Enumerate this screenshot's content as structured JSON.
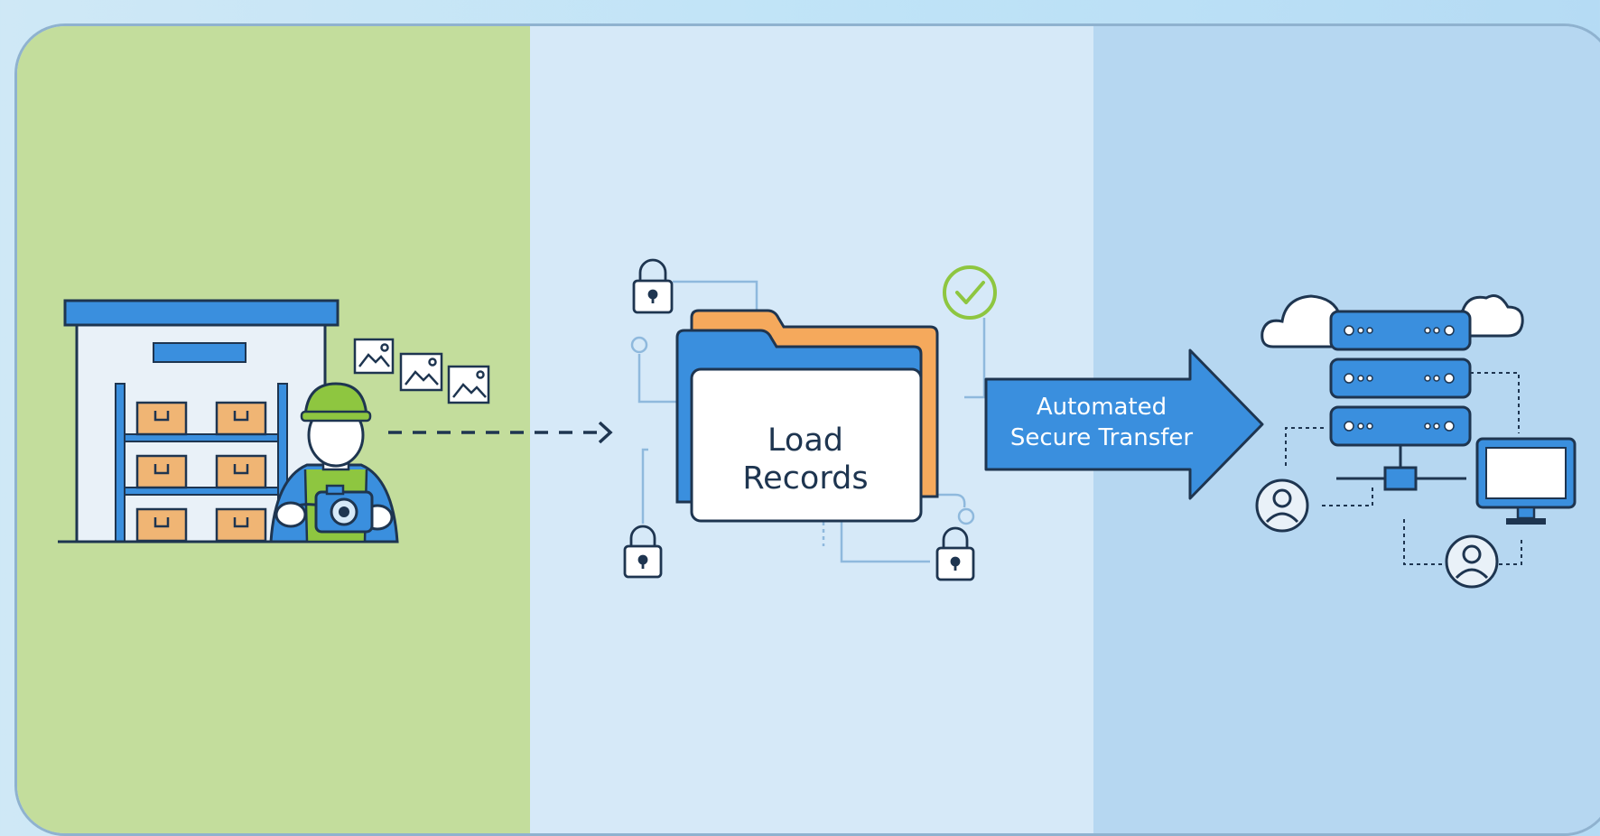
{
  "folder": {
    "line1": "Load",
    "line2": "Records"
  },
  "transfer": {
    "line1": "Automated",
    "line2": "Secure Transfer"
  },
  "colors": {
    "panel_green": "#c3dd9c",
    "panel_mid": "#d6e9f8",
    "panel_right": "#b6d7f1",
    "accent_blue": "#3a8fde",
    "outline_navy": "#1e3550",
    "folder_orange": "#f5a95c",
    "check_green": "#8ec640",
    "box_tan": "#f0b574"
  },
  "icons": [
    "warehouse-icon",
    "worker-icon",
    "camera-icon",
    "image-icon",
    "dashed-arrow-icon",
    "folder-icon",
    "lock-icon",
    "check-circle-icon",
    "transfer-arrow-icon",
    "server-icon",
    "cloud-icon",
    "user-icon",
    "monitor-icon"
  ]
}
